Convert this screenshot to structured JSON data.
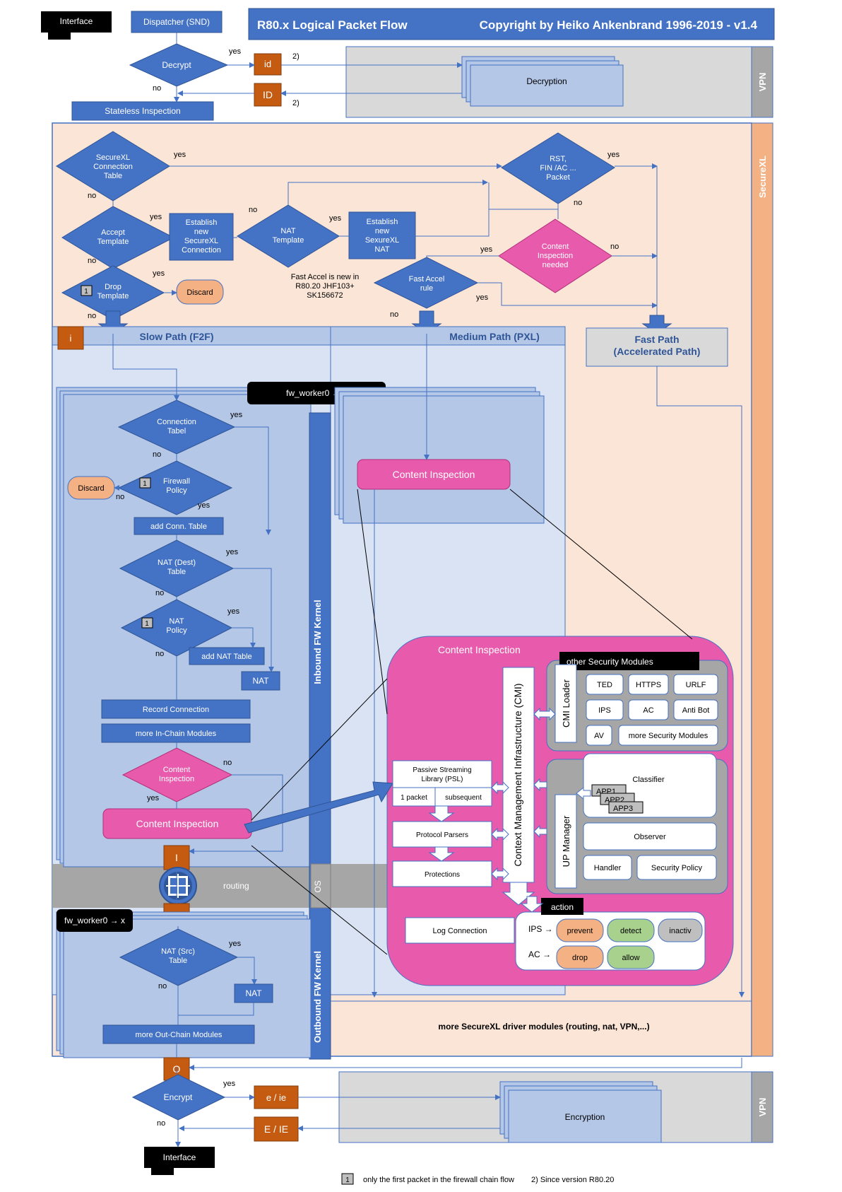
{
  "title": "R80.x  Logical Packet Flow",
  "copyright": "Copyright by Heiko Ankenbrand 1996-2019 - v1.4",
  "top": {
    "interface": "Interface",
    "dispatcher": "Dispatcher (SND)",
    "decrypt": "Decrypt",
    "yes": "yes",
    "no": "no",
    "id_small": "id",
    "id_big": "ID",
    "note2": "2)",
    "decryption": "Decryption",
    "vpn": "VPN",
    "stateless": "Stateless Inspection"
  },
  "securexl": {
    "label": "SecureXL",
    "conn_table": [
      "SecureXL",
      "Connection",
      "Table"
    ],
    "rst": [
      "RST,",
      "FIN /AC ...",
      "Packet"
    ],
    "accept": [
      "Accept",
      "Template"
    ],
    "establish_conn": [
      "Establish",
      "new",
      "SecureXL",
      "Connection"
    ],
    "nat_template": [
      "NAT",
      "Template"
    ],
    "establish_nat": [
      "Establish",
      "new",
      "SexureXL",
      "NAT"
    ],
    "content_needed": [
      "Content",
      "Inspection",
      "needed"
    ],
    "drop": [
      "Drop",
      "Template"
    ],
    "discard": "Discard",
    "fast_accel_note": [
      "Fast Accel is new  in",
      "R80.20 JHF103+",
      "SK156672"
    ],
    "fast_accel_rule": [
      "Fast Accel",
      "rule"
    ],
    "one": "1",
    "yes": "yes",
    "no": "no"
  },
  "paths": {
    "i": "i",
    "slow": "Slow Path (F2F)",
    "medium": "Medium Path (PXL)",
    "fast": [
      "Fast Path",
      "(Accelerated Path)"
    ]
  },
  "inbound": {
    "worker": "fw_worker0 → x",
    "kernel": "Inbound FW Kernel",
    "conn_tabel": [
      "Connection",
      "Tabel"
    ],
    "fw_policy": [
      "Firewall",
      "Policy"
    ],
    "discard": "Discard",
    "add_conn": "add Conn. Table",
    "nat_dest": [
      "NAT (Dest)",
      "Table"
    ],
    "nat_policy": [
      "NAT",
      "Policy"
    ],
    "add_nat": "add NAT Table",
    "nat": "NAT",
    "record": "Record Connection",
    "more_in": "more In-Chain Modules",
    "ci_diamond": [
      "Content",
      "Inspection"
    ],
    "ci_box": "Content Inspection",
    "I": "I"
  },
  "medium": {
    "ci": "Content Inspection"
  },
  "os": {
    "label": "OS",
    "routing": "routing",
    "o": "o"
  },
  "outbound": {
    "worker": "fw_worker0 → x",
    "kernel": "Outbound FW Kernel",
    "nat_src": [
      "NAT (Src)",
      "Table"
    ],
    "nat": "NAT",
    "more_out": "more Out-Chain Modules",
    "O": "O"
  },
  "ci": {
    "title": "Content Inspection",
    "other": "other Security Modules",
    "cmi_loader": "CMI Loader",
    "cmi": "Context Management Infrastructure (CMI)",
    "modules": [
      "TED",
      "HTTPS",
      "URLF",
      "IPS",
      "AC",
      "Anti Bot",
      "AV",
      "more Security Modules"
    ],
    "psl": [
      "Passive Streaming",
      "Library (PSL)"
    ],
    "one_packet": "1 packet",
    "subsequent": "subsequent",
    "parsers": "Protocol Parsers",
    "protections": "Protections",
    "up_manager": "UP Manager",
    "classifier": "Classifier",
    "apps": [
      "APP1",
      "APP2",
      "APP3"
    ],
    "observer": "Observer",
    "handler": "Handler",
    "secpolicy": "Security Policy",
    "action": "action",
    "log": "Log Connection",
    "ips_arrow": "IPS →",
    "ac_arrow": "AC →",
    "prevent": "prevent",
    "detect": "detect",
    "inactiv": "inactiv",
    "drop": "drop",
    "allow": "allow"
  },
  "bottom": {
    "more_securexl": "more SecureXL driver modules (routing, nat, VPN,...)",
    "encrypt": "Encrypt",
    "e_small": "e / ie",
    "e_big": "E / IE",
    "encryption": "Encryption",
    "vpn": "VPN",
    "interface": "Interface",
    "yes": "yes",
    "no": "no"
  },
  "legend": {
    "one": "1",
    "note1": "only the first packet in the firewall chain flow",
    "note2": "2) Since version R80.20"
  },
  "colors": {
    "blue": "#4472C4",
    "dark_blue": "#2F5597",
    "peach": "#FBE5D6",
    "orange_bar": "#F4B183",
    "orange_box": "#C55A11",
    "pink": "#E85AAB",
    "light_blue": "#B4C7E7",
    "pale_blue": "#DAE3F3",
    "gray": "#D9D9D9"
  }
}
